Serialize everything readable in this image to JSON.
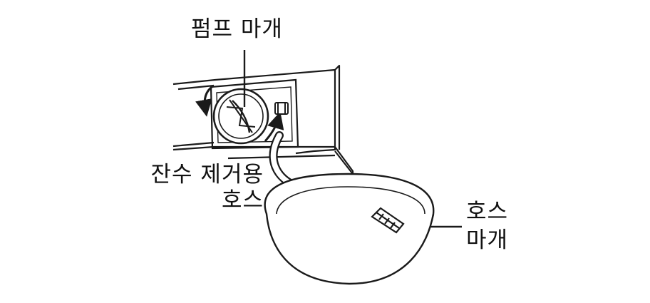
{
  "labels": {
    "pump_cap": "펌프 마개",
    "drain_hose_line1": "잔수 제거용",
    "drain_hose_line2": "호스",
    "hose_cap_line1": "호스",
    "hose_cap_line2": "마개"
  },
  "colors": {
    "line": "#1a1a1a",
    "shade": "#d6d6d6",
    "background": "#ffffff"
  }
}
